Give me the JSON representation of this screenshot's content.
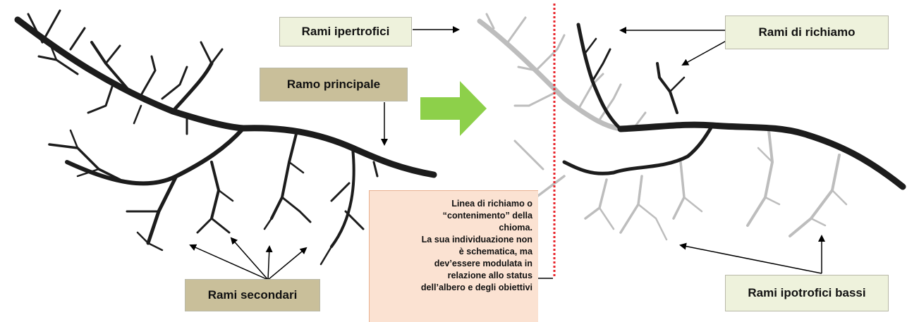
{
  "labels": {
    "rami_ipertrofici": "Rami ipertrofici",
    "ramo_principale": "Ramo principale",
    "rami_secondari": "Rami secondari",
    "rami_di_richiamo": "Rami di richiamo",
    "rami_ipotrofici_bassi": "Rami ipotrofici bassi"
  },
  "note_lines": [
    "Linea di richiamo o",
    "“contenimento” della",
    "chioma.",
    "La sua individuazione non",
    "è schematica, ma",
    "dev’essere modulata in",
    "relazione allo status",
    "dell’albero e degli obiettivi"
  ],
  "colors": {
    "branch_dark": "#1c1c1c",
    "branch_faded": "#bdbdbd",
    "arrow_green": "#8dd04a",
    "cut_line": "#e8232a",
    "box_green": "#eef2dc",
    "box_tan": "#c9bf9a",
    "box_note": "#fbe2d2"
  }
}
